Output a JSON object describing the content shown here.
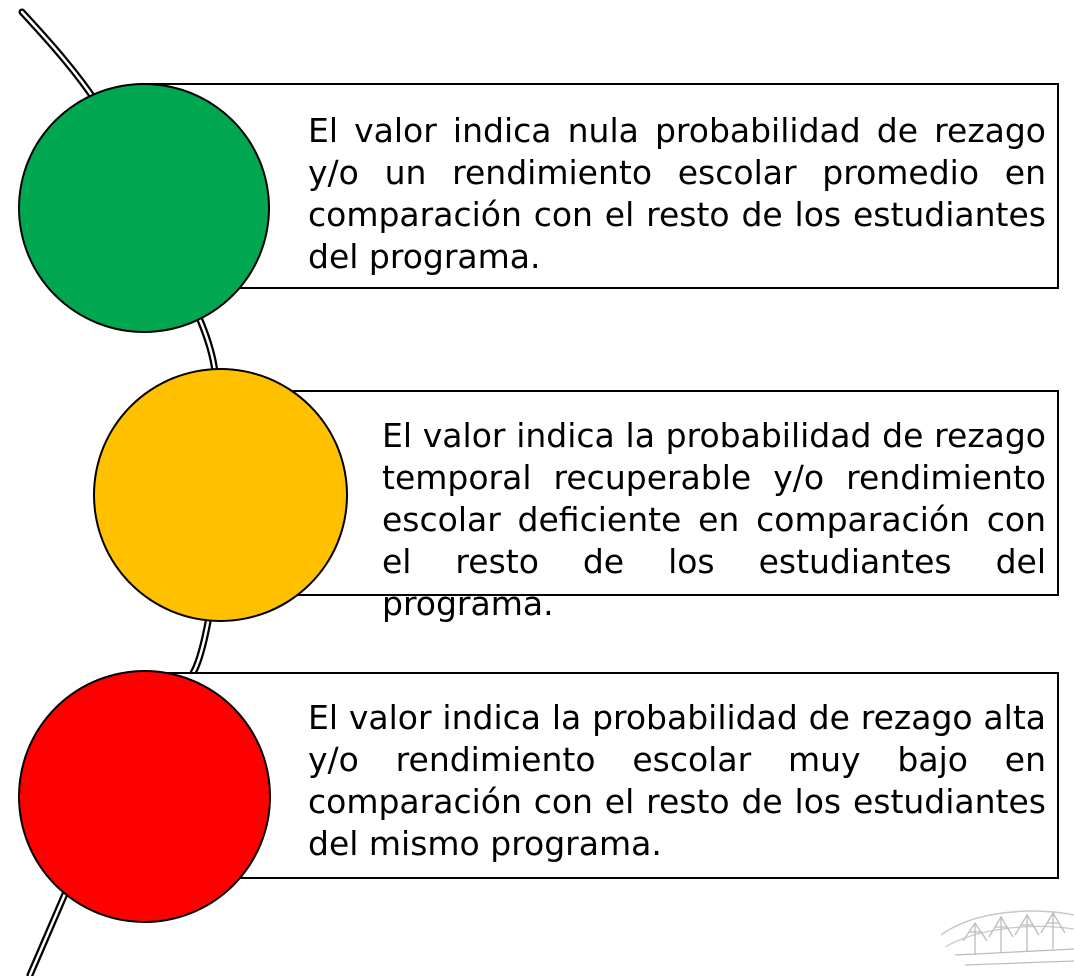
{
  "levels": [
    {
      "color": "#00A650",
      "text": "El valor indica nula probabilidad de rezago y/o un rendimiento escolar promedio en comparación con el resto de los estudiantes del programa."
    },
    {
      "color": "#FFC000",
      "text": "El valor indica la probabilidad de rezago temporal recuperable y/o rendimiento escolar deficiente en comparación con el resto de los estudiantes del programa."
    },
    {
      "color": "#FF0000",
      "text": "El valor indica la probabilidad de rezago alta y/o rendimiento escolar muy bajo en comparación con el resto de los estudiantes del mismo programa."
    }
  ],
  "line_color": "#000000",
  "border_color": "#000000",
  "watermark": "decorative-logo"
}
